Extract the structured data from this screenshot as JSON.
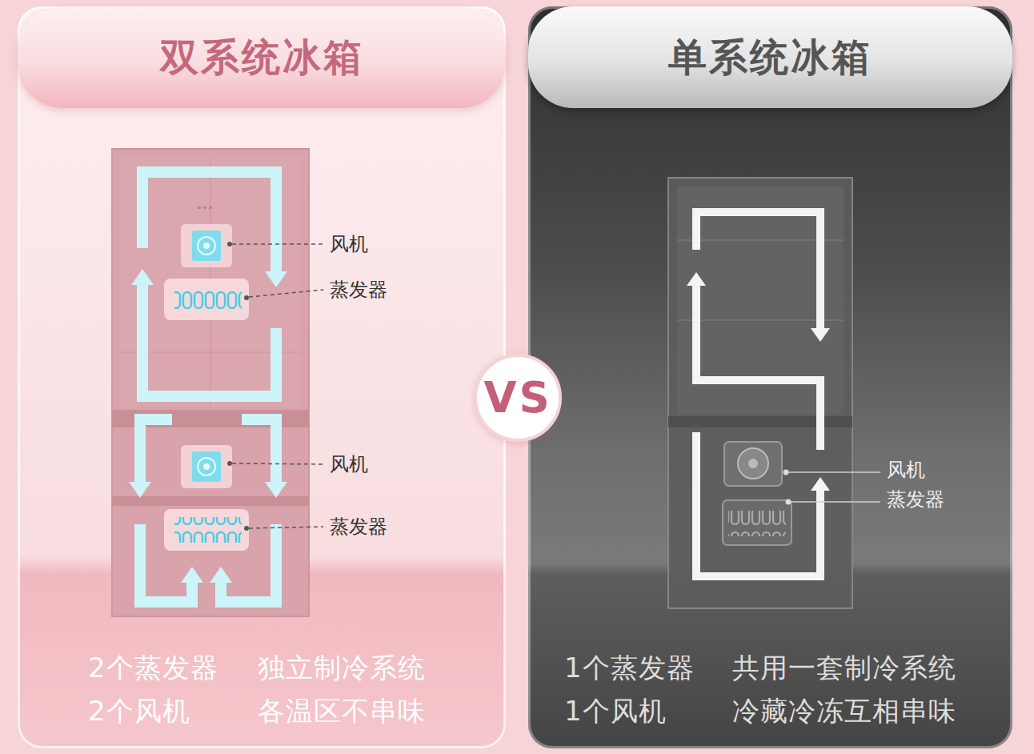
{
  "diagram": {
    "nodes": [
      {
        "text": [
          "2个蒸发器",
          "独立制冷系统",
          "2个风机",
          "各温区不串味"
        ]
      },
      {
        "text": [
          "双系统冰箱"
        ],
        "in": 0
      },
      {
        "text": [
          "1个蒸发器",
          "共用一套制冷系统",
          "1个风机",
          "冷藏冷冻互相串味"
        ]
      },
      {
        "text": [
          "单系统冰箱"
        ],
        "in": 2
      },
      {
        "text": [
          "VS"
        ]
      }
    ],
    "labels": [
      "风机",
      "蒸发器",
      "风机",
      "蒸发器",
      "风机",
      "蒸发器"
    ]
  }
}
